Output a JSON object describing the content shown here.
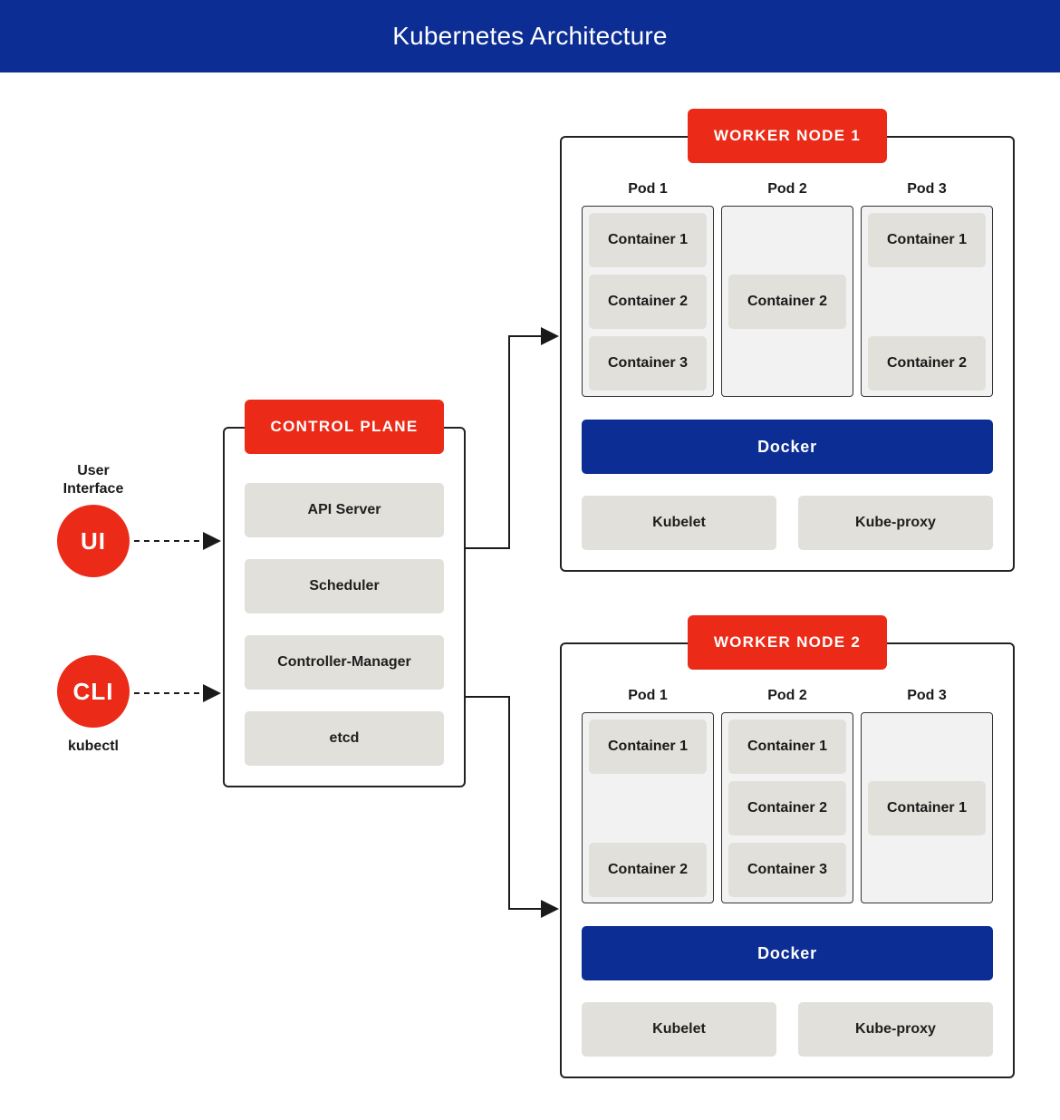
{
  "title": "Kubernetes Architecture",
  "clients": {
    "ui": {
      "badge": "UI",
      "label": "User\nInterface"
    },
    "cli": {
      "badge": "CLI",
      "label": "kubectl"
    }
  },
  "control_plane": {
    "title": "CONTROL PLANE",
    "components": [
      "API Server",
      "Scheduler",
      "Controller-Manager",
      "etcd"
    ]
  },
  "worker_nodes": [
    {
      "title": "WORKER NODE 1",
      "pods": [
        {
          "label": "Pod 1",
          "containers": [
            "Container 1",
            "Container 2",
            "Container 3"
          ]
        },
        {
          "label": "Pod 2",
          "containers": [
            "Container 2"
          ]
        },
        {
          "label": "Pod 3",
          "containers": [
            "Container 1",
            "Container 2"
          ]
        }
      ],
      "runtime": "Docker",
      "kubelet": "Kubelet",
      "kube_proxy": "Kube-proxy"
    },
    {
      "title": "WORKER NODE 2",
      "pods": [
        {
          "label": "Pod 1",
          "containers": [
            "Container 1",
            "Container 2"
          ]
        },
        {
          "label": "Pod 2",
          "containers": [
            "Container 1",
            "Container 2",
            "Container 3"
          ]
        },
        {
          "label": "Pod 3",
          "containers": [
            "Container 1"
          ]
        }
      ],
      "runtime": "Docker",
      "kubelet": "Kubelet",
      "kube_proxy": "Kube-proxy"
    }
  ],
  "colors": {
    "brand_blue": "#0c2d94",
    "accent_red": "#ec2a18",
    "component_grey": "#e1e0da",
    "pod_bg": "#f2f2f2"
  }
}
